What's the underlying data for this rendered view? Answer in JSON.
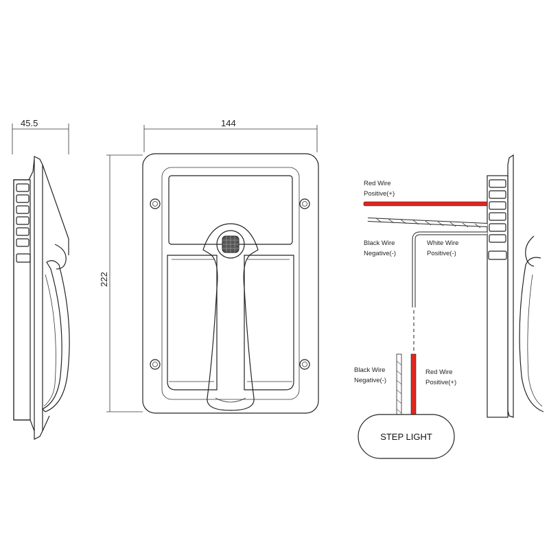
{
  "dimensions": {
    "depth": "45.5",
    "width": "144",
    "height": "222"
  },
  "wire_labels": {
    "red_top_line1": "Red Wire",
    "red_top_line2": "Positive(+)",
    "black_top_line1": "Black Wire",
    "black_top_line2": "Negative(-)",
    "white_line1": "White Wire",
    "white_line2": "Positive(-)",
    "black_bottom_line1": "Black Wire",
    "black_bottom_line2": "Negative(-)",
    "red_bottom_line1": "Red Wire",
    "red_bottom_line2": "Positive(+)"
  },
  "step_light": "STEP LIGHT",
  "colors": {
    "red_wire": "#e0261f",
    "line": "#222222"
  }
}
